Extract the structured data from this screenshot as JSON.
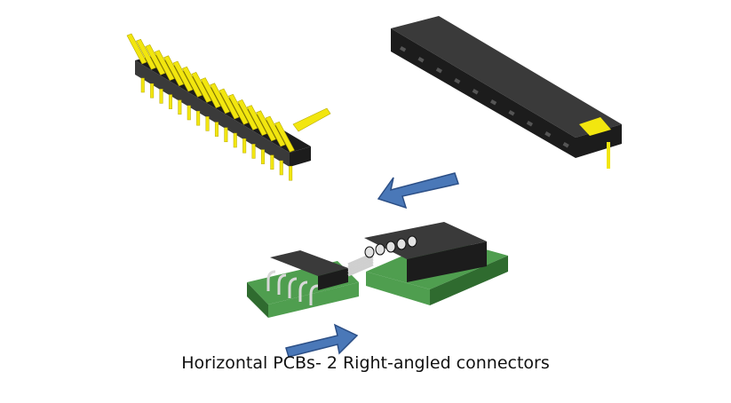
{
  "caption": "Horizontal PCBs- 2 Right-angled connectors",
  "colors": {
    "pin": "#f2e60f",
    "pin_shadow": "#b9ac00",
    "housing": "#1c1c1c",
    "housing_light": "#3a3a3a",
    "pcb": "#4f9e4f",
    "pcb_dark": "#2f6b2f",
    "arrow": "#4a78b8",
    "arrow_edge": "#2c4f86"
  },
  "icons": [
    "right-angle-pin-header",
    "right-angle-female-socket",
    "mated-connector-pair",
    "arrow-left",
    "arrow-right"
  ]
}
